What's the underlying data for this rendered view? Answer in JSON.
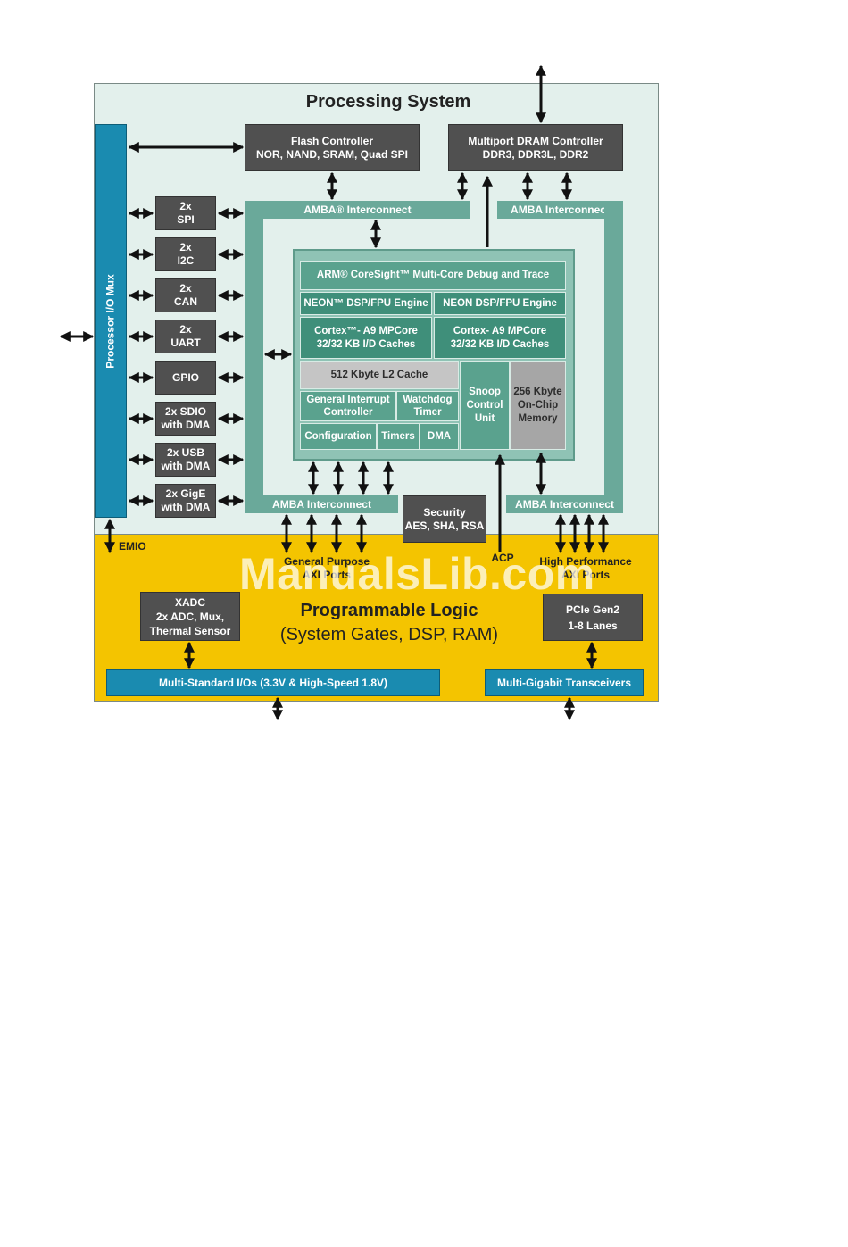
{
  "ps_title": "Processing System",
  "pl_title": "Programmable Logic",
  "pl_subtitle": "(System Gates, DSP, RAM)",
  "io_mux": "Processor I/O Mux",
  "emio": "EMIO",
  "flash": {
    "line1": "Flash Controller",
    "line2": "NOR, NAND, SRAM, Quad SPI"
  },
  "dram": {
    "line1": "Multiport DRAM Controller",
    "line2": "DDR3, DDR3L, DDR2"
  },
  "amba_top_left": "AMBA® Interconnect",
  "amba_top_right": "AMBA Interconnect",
  "amba_bottom_left": "AMBA Interconnect",
  "amba_bottom_right": "AMBA Interconnect",
  "peripherals": [
    {
      "line1": "2x",
      "line2": "SPI"
    },
    {
      "line1": "2x",
      "line2": "I2C"
    },
    {
      "line1": "2x",
      "line2": "CAN"
    },
    {
      "line1": "2x",
      "line2": "UART"
    },
    {
      "line1": "GPIO",
      "line2": ""
    },
    {
      "line1": "2x SDIO",
      "line2": "with DMA"
    },
    {
      "line1": "2x USB",
      "line2": "with DMA"
    },
    {
      "line1": "2x GigE",
      "line2": "with DMA"
    }
  ],
  "core": {
    "coresight": "ARM® CoreSight™ Multi-Core Debug and Trace",
    "neon_left": "NEON™ DSP/FPU Engine",
    "neon_right": "NEON DSP/FPU Engine",
    "cortex_left": {
      "line1": "Cortex™- A9 MPCore",
      "line2": "32/32 KB I/D Caches"
    },
    "cortex_right": {
      "line1": "Cortex- A9 MPCore",
      "line2": "32/32 KB I/D Caches"
    },
    "l2": "512 Kbyte L2 Cache",
    "gic": {
      "line1": "General Interrupt",
      "line2": "Controller"
    },
    "watchdog": {
      "line1": "Watchdog",
      "line2": "Timer"
    },
    "config": "Configuration",
    "timers": "Timers",
    "dma": "DMA",
    "snoop": {
      "line1": "Snoop",
      "line2": "Control",
      "line3": "Unit"
    },
    "ocm": {
      "line1": "256 Kbyte",
      "line2": "On-Chip",
      "line3": "Memory"
    }
  },
  "security": {
    "line1": "Security",
    "line2": "AES, SHA, RSA"
  },
  "gp_axi": {
    "line1": "General Purpose",
    "line2": "AXI Ports"
  },
  "acp": "ACP",
  "hp_axi": {
    "line1": "High Performance",
    "line2": "AXI Ports"
  },
  "xadc": {
    "line1": "XADC",
    "line2": "2x ADC, Mux,",
    "line3": "Thermal Sensor"
  },
  "pcie": {
    "line1": "PCIe Gen2",
    "line2": "1-8 Lanes"
  },
  "mio": "Multi-Standard I/Os (3.3V & High-Speed 1.8V)",
  "mgt": "Multi-Gigabit Transceivers",
  "watermark": "ManualsLib.com"
}
